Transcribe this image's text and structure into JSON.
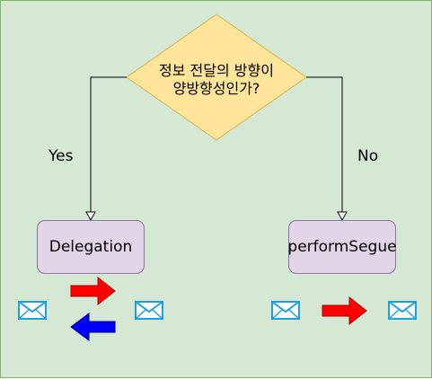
{
  "decision": {
    "line1": "정보 전달의 방향이",
    "line2": "양방향성인가?"
  },
  "edges": {
    "yes_label": "Yes",
    "no_label": "No"
  },
  "nodes": {
    "left": "Delegation",
    "right": "performSegue"
  },
  "icons": {
    "message": "envelope-icon",
    "forward": "red-arrow-right-icon",
    "backward": "blue-arrow-left-icon"
  },
  "colors": {
    "background": "#d5e8d4",
    "decision_fill": "#ffe599",
    "process_fill": "#e1d5e7",
    "arrow_red": "#ff0000",
    "arrow_blue": "#0000ff",
    "envelope": "#1ba1e2"
  }
}
